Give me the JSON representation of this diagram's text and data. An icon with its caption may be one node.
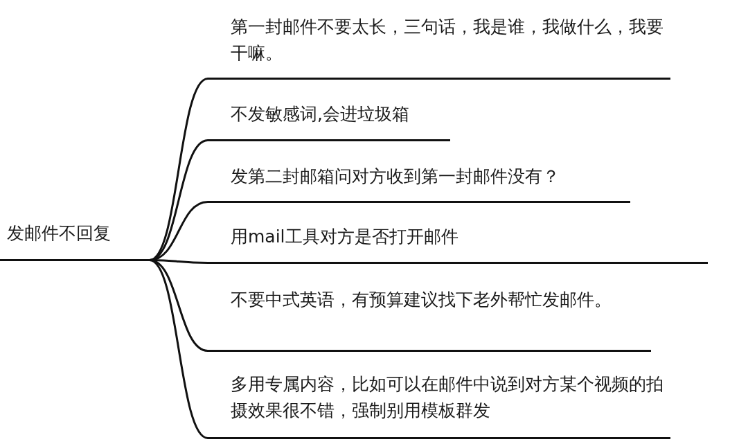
{
  "diagram": {
    "nodes": [
      {
        "text": [
          "发邮件不回复"
        ]
      },
      {
        "text": [
          "第一封邮件不要太长，三句话，我是谁，我做什么，我要干嘛。"
        ]
      },
      {
        "text": [
          "不发敏感词,会进垃圾箱"
        ]
      },
      {
        "text": [
          "发第二封邮箱问对方收到第一封邮件没有？"
        ]
      },
      {
        "text": [
          "用mail工具对方是否打开邮件"
        ]
      },
      {
        "text": [
          "不要中式英语，有预算建议找下老外帮忙发邮件。"
        ]
      },
      {
        "text": [
          "多用专属内容，比如可以在邮件中说到对方某个视频的拍摄效果很不错，强制别用模板群发"
        ]
      }
    ],
    "edges": [
      {
        "from": 0,
        "to": 1,
        "arrow": "none"
      },
      {
        "from": 0,
        "to": 2,
        "arrow": "none"
      },
      {
        "from": 0,
        "to": 3,
        "arrow": "none"
      },
      {
        "from": 0,
        "to": 4,
        "arrow": "none"
      },
      {
        "from": 0,
        "to": 5,
        "arrow": "none"
      },
      {
        "from": 0,
        "to": 6,
        "arrow": "none"
      }
    ]
  }
}
